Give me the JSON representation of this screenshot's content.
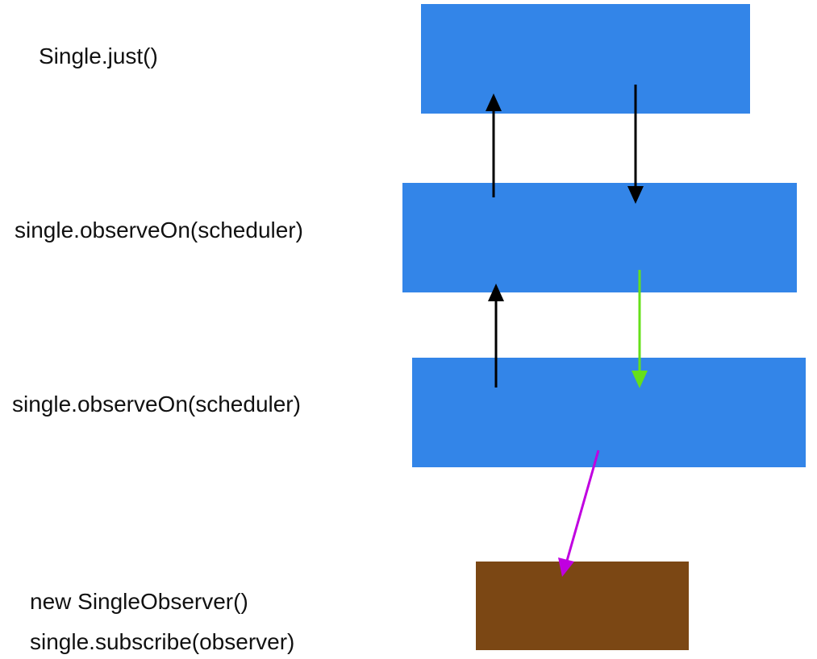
{
  "labels": {
    "source": "Single.just()",
    "observe_on_1": "single.observeOn(scheduler)",
    "observe_on_2": "single.observeOn(scheduler)",
    "observer_line_1": "new SingleObserver()",
    "observer_line_2": "single.subscribe(observer)"
  },
  "colors": {
    "operator_box": "#3385e8",
    "observer_box": "#7b4714",
    "upstream_arrow": "#000000",
    "downstream_arrow_1": "#000000",
    "downstream_arrow_2": "#66e01a",
    "downstream_arrow_3": "#c000e0"
  }
}
